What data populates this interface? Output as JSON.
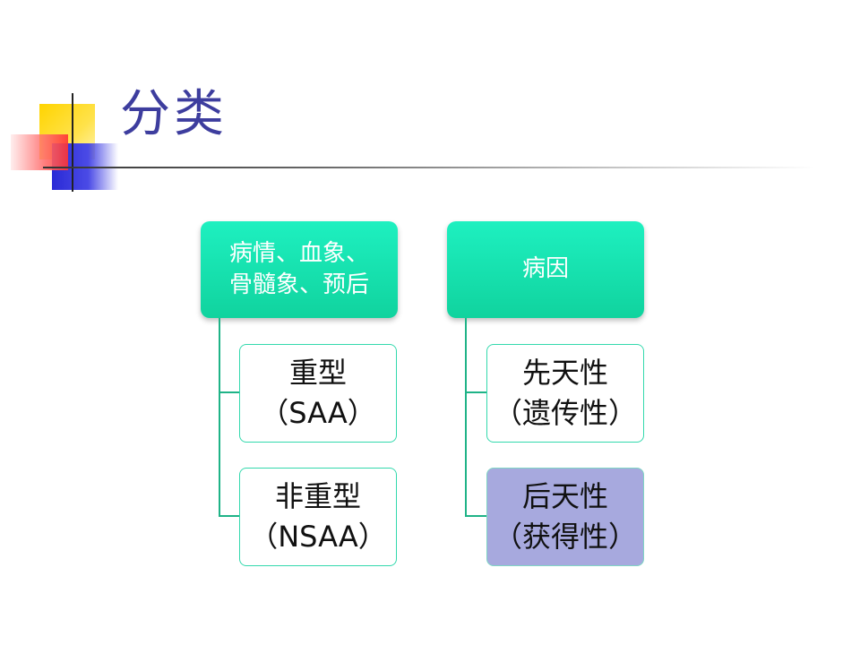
{
  "title": "分类",
  "groups": [
    {
      "header": [
        "病情、血象、",
        "骨髓象、预后"
      ],
      "children": [
        {
          "line1": "重型",
          "line2": "（SAA）"
        },
        {
          "line1": "非重型",
          "line2": "（NSAA）"
        }
      ]
    },
    {
      "header": [
        "病因"
      ],
      "children": [
        {
          "line1": "先天性",
          "line2": "（遗传性）"
        },
        {
          "line1": "后天性",
          "line2": "（获得性）",
          "highlighted": true
        }
      ]
    }
  ],
  "colors": {
    "title": "#3d3d9e",
    "header_fill": "#10d39e",
    "child_border": "#33d9ad",
    "highlight_fill": "#a7a9de",
    "connector": "#1fb387"
  }
}
